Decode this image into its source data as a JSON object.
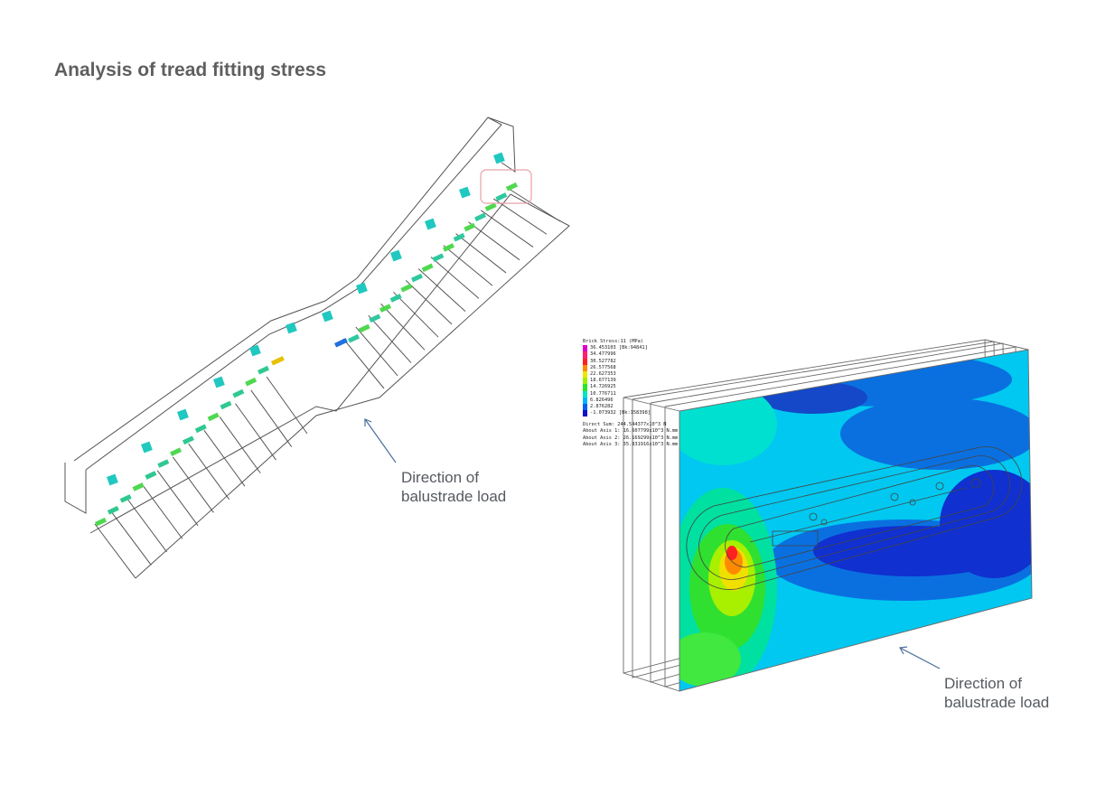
{
  "page": {
    "title": "Analysis of tread fitting stress"
  },
  "annotations": {
    "left": [
      "Direction of",
      "balustrade load"
    ],
    "right": [
      "Direction of",
      "balustrade load"
    ]
  },
  "legend": {
    "title": "Brick Stress:11  (MPa)",
    "entries": [
      {
        "value": "36.453103 [Bk:94841]",
        "color": "#e000c8"
      },
      {
        "value": "34.477996",
        "color": "#ff1f6e"
      },
      {
        "value": "30.527782",
        "color": "#ff2020"
      },
      {
        "value": "26.577568",
        "color": "#ff8a00"
      },
      {
        "value": "22.627353",
        "color": "#e8e800"
      },
      {
        "value": "18.677139",
        "color": "#9ef000"
      },
      {
        "value": "14.726925",
        "color": "#28e628"
      },
      {
        "value": "10.776711",
        "color": "#00e6c0"
      },
      {
        "value": "6.826496",
        "color": "#00b4ff"
      },
      {
        "value": "2.876282",
        "color": "#0060f0"
      },
      {
        "value": "-1.073932 [Bk:158398]",
        "color": "#1010c8"
      }
    ],
    "sums": [
      "Direct Sum: 244.544377x10^3 N",
      "About Axis 1: 16.607799x10^3 N.mm",
      "About Axis 2: 26.169299x10^3 N.mm",
      "About Axis 3: 35.831916x10^3 N.mm"
    ]
  },
  "colors": {
    "title": "#5f5f5f",
    "annotation_text": "#555a60",
    "arrow": "#4a6f9a",
    "highlight_box": "#e8a0a8",
    "stair_lines": "#555555"
  }
}
